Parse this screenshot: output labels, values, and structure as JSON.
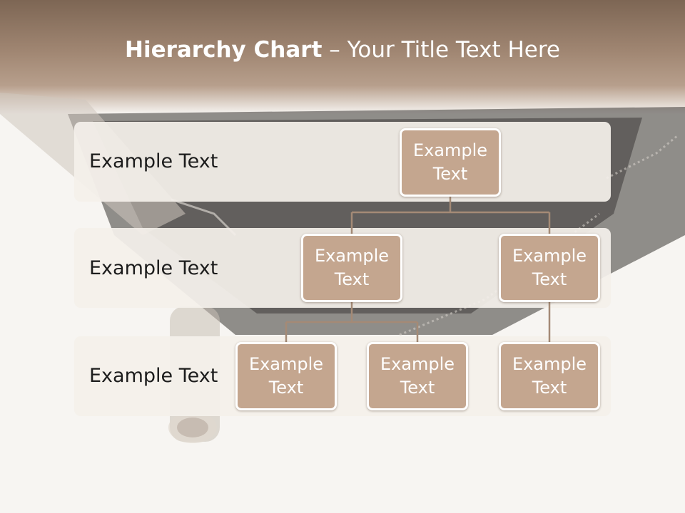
{
  "title": {
    "bold": "Hierarchy Chart",
    "rest": " – Your Title Text Here"
  },
  "rows": [
    {
      "label": "Example Text"
    },
    {
      "label": "Example Text"
    },
    {
      "label": "Example Text"
    }
  ],
  "nodes": {
    "root": "Example Text",
    "level2_left": "Example Text",
    "level2_right": "Example Text",
    "level3_a": "Example Text",
    "level3_b": "Example Text",
    "level3_c": "Example Text"
  },
  "colors": {
    "node_fill": "#c4a68f",
    "node_border": "#ffffff",
    "connector": "#a48a76",
    "header": "#8c735f",
    "row_band": "#f4f0eb"
  }
}
